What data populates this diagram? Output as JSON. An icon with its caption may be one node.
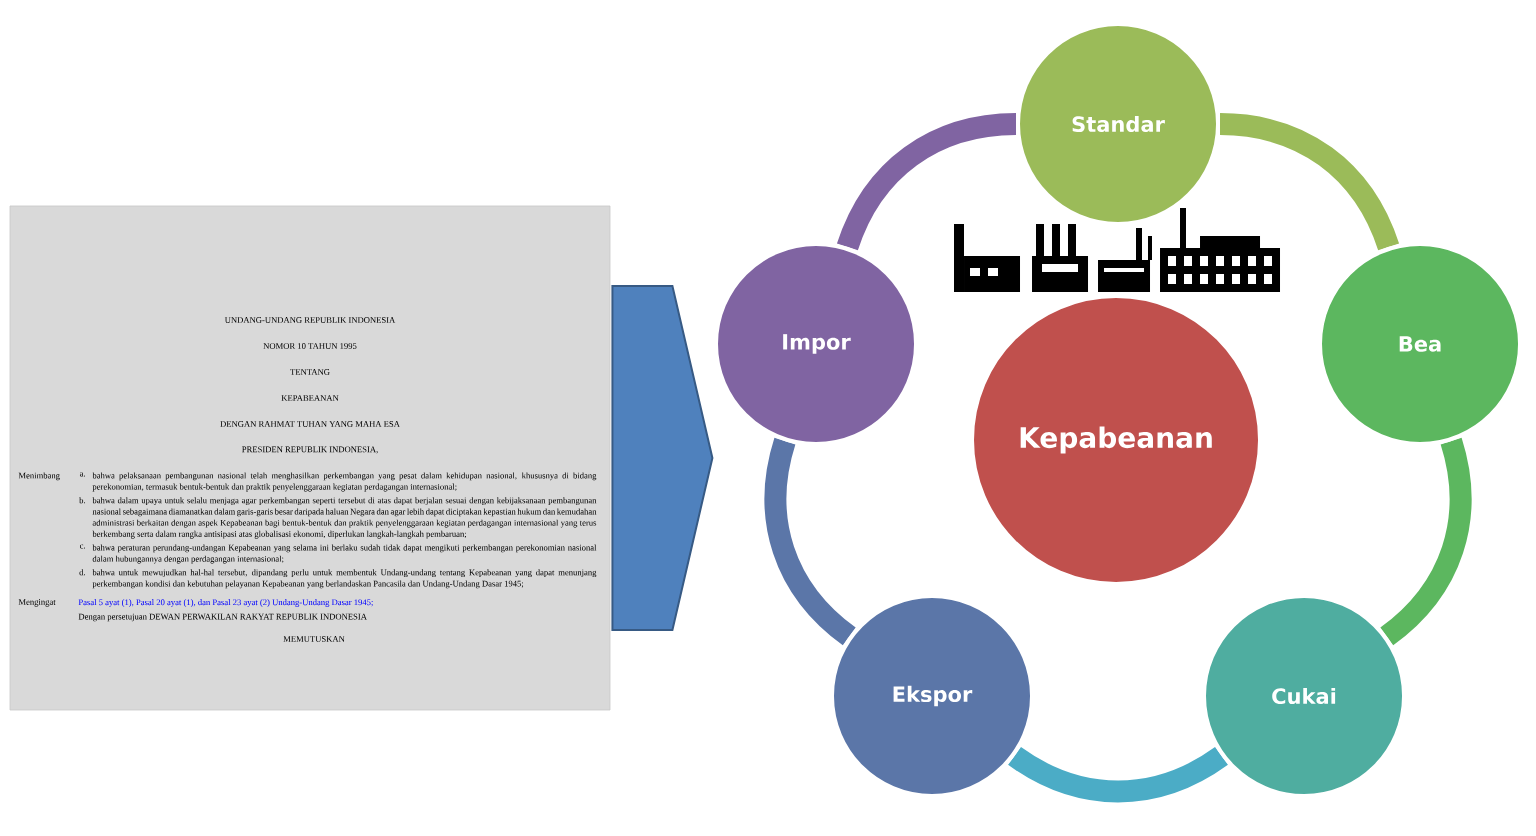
{
  "diagram": {
    "nodes": [
      {
        "text": [
          "UNDANG-UNDANG REPUBLIK INDONESIA",
          "NOMOR 10 TAHUN 1995",
          "TENTANG",
          "KEPABEANAN",
          "DENGAN RAHMAT TUHAN YANG MAHA ESA",
          "PRESIDEN REPUBLIK INDONESIA,",
          "Menimbang",
          "a.",
          "bahwa pelaksanaan pembangunan nasional telah menghasilkan perkembangan yang pesat dalam kehidupan nasional, khususnya di bidang perekonomian, termasuk bentuk-bentuk dan praktik penyelenggaraan kegiatan perdagangan internasional;",
          "b.",
          "bahwa dalam upaya untuk selalu menjaga agar perkembangan seperti tersebut di atas dapat berjalan sesuai dengan kebijaksanaan pembangunan nasional sebagaimana diamanatkan dalam garis-garis besar daripada haluan Negara dan agar lebih dapat diciptakan kepastian hukum dan kemudahan administrasi berkaitan dengan aspek Kepabeanan bagi bentuk-bentuk dan praktik penyelenggaraan kegiatan perdagangan internasional yang terus berkembang serta dalam rangka antisipasi atas globalisasi ekonomi, diperlukan langkah-langkah pembaruan;",
          "c.",
          "bahwa peraturan perundang-undangan Kepabeanan yang selama ini berlaku sudah tidak dapat mengikuti perkembangan perekonomian nasional dalam hubungannya dengan perdagangan internasional;",
          "d.",
          "bahwa untuk mewujudkan hal-hal tersebut, dipandang perlu untuk membentuk Undang-undang tentang Kepabeanan yang dapat menunjang perkembangan kondisi dan kebutuhan pelayanan Kepabeanan yang berlandaskan Pancasila dan Undang-Undang Dasar 1945;",
          "Mengingat",
          "Pasal 5 ayat (1), Pasal 20 ayat (1), dan Pasal 23 ayat (2) Undang-Undang Dasar 1945;",
          "Dengan persetujuan DEWAN PERWAKILAN RAKYAT REPUBLIK INDONESIA",
          "MEMUTUSKAN"
        ]
      },
      {
        "text": [
          "Standar"
        ]
      },
      {
        "text": [
          "Impor"
        ]
      },
      {
        "text": [
          "Bea"
        ]
      },
      {
        "text": [
          "Kepabeanan"
        ]
      },
      {
        "text": [
          "Ekspor"
        ]
      },
      {
        "text": [
          "Cukai"
        ]
      }
    ],
    "edges": [
      {
        "from": 0,
        "to": null,
        "arrow": "to",
        "color": "#4f81bd"
      },
      {
        "from": 1,
        "to": 3,
        "arrow": "none",
        "color": "#9bbb59"
      },
      {
        "from": 3,
        "to": 6,
        "arrow": "none",
        "color": "#5cb75f"
      },
      {
        "from": 6,
        "to": 5,
        "arrow": "none",
        "color": "#4bacc6"
      },
      {
        "from": 5,
        "to": 2,
        "arrow": "none",
        "color": "#5b76a8"
      },
      {
        "from": 2,
        "to": 1,
        "arrow": "none",
        "color": "#8064a2"
      }
    ]
  }
}
